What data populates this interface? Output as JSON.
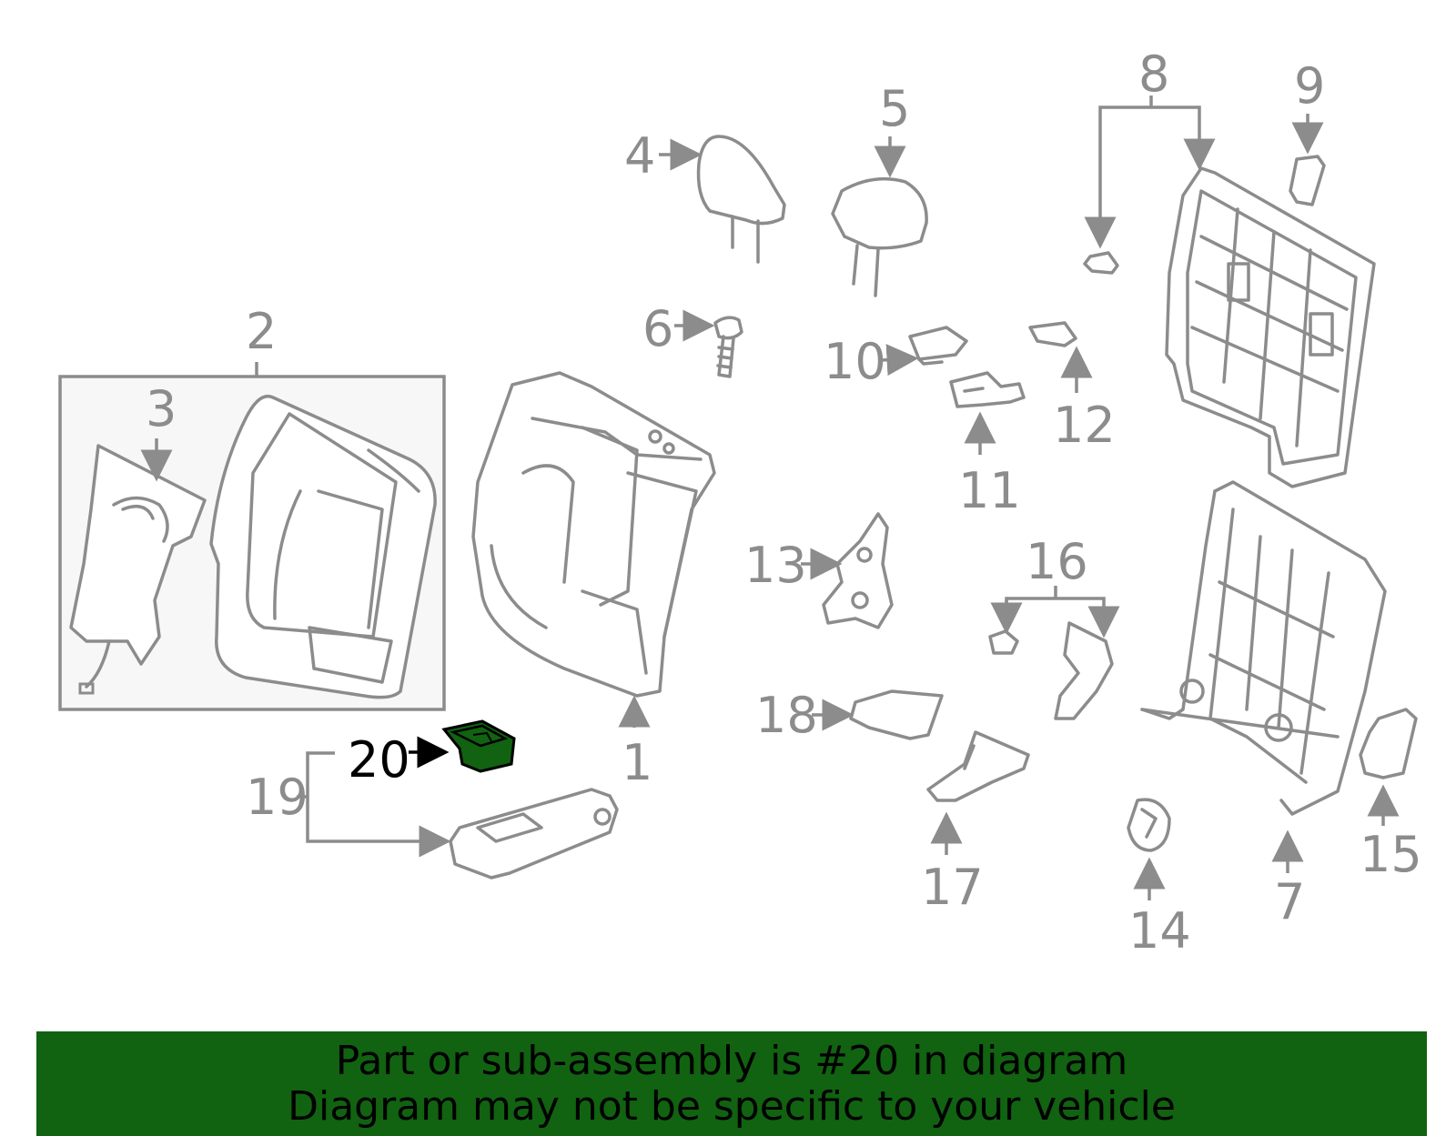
{
  "diagram": {
    "highlight_part": "20",
    "highlight_color": "#116211",
    "line_color": "#8c8c8c",
    "callouts": [
      "1",
      "2",
      "3",
      "4",
      "5",
      "6",
      "7",
      "8",
      "9",
      "10",
      "11",
      "12",
      "13",
      "14",
      "15",
      "16",
      "17",
      "18",
      "19",
      "20"
    ]
  },
  "banner": {
    "line1": "Part or sub-assembly is #20 in diagram",
    "line2": "Diagram may not be specific to your vehicle",
    "background": "#116211"
  }
}
